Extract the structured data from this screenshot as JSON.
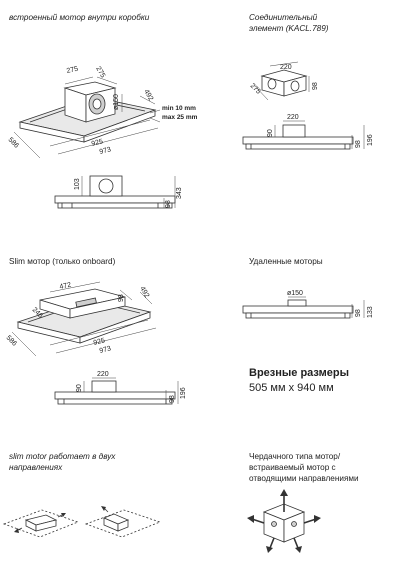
{
  "sections": {
    "built_in": {
      "title": "встроенный мотор внутри коробки"
    },
    "connector": {
      "title_line1": "Соединительный",
      "title_line2": "элемент (KACL.789)"
    },
    "slim": {
      "title": "Slim мотор (только onboard)"
    },
    "remote": {
      "title": "Удаленные моторы"
    },
    "cutout": {
      "title": "Врезные размеры",
      "value": "505 мм х 940 мм"
    },
    "slim_two_dir": {
      "title_line1": "slim motor работает в двух",
      "title_line2": "направлениях"
    },
    "attic": {
      "title_line1": "Чердачного типа мотор/",
      "title_line2": "встраиваемый мотор с",
      "title_line3": "отводящими направлениями"
    }
  },
  "dimensions": {
    "d275a": "275",
    "d275b": "275",
    "d_phi150": "ø150",
    "d492": "492",
    "d586": "586",
    "d925": "925",
    "d973": "973",
    "min_note": "min 10 mm",
    "max_note": "max 25 mm",
    "d103": "103",
    "d98": "98",
    "d343": "343",
    "c220": "220",
    "c275": "275",
    "c98": "98",
    "c220b": "220",
    "c90": "90",
    "c98b": "98",
    "c196": "196",
    "s472": "472",
    "s98": "98",
    "s492": "492",
    "s246": "246",
    "s586": "586",
    "s925": "925",
    "s973": "973",
    "s220": "220",
    "s90": "90",
    "s98b": "98",
    "s196": "196",
    "r150": "ø150",
    "r98": "98",
    "r133": "133"
  }
}
